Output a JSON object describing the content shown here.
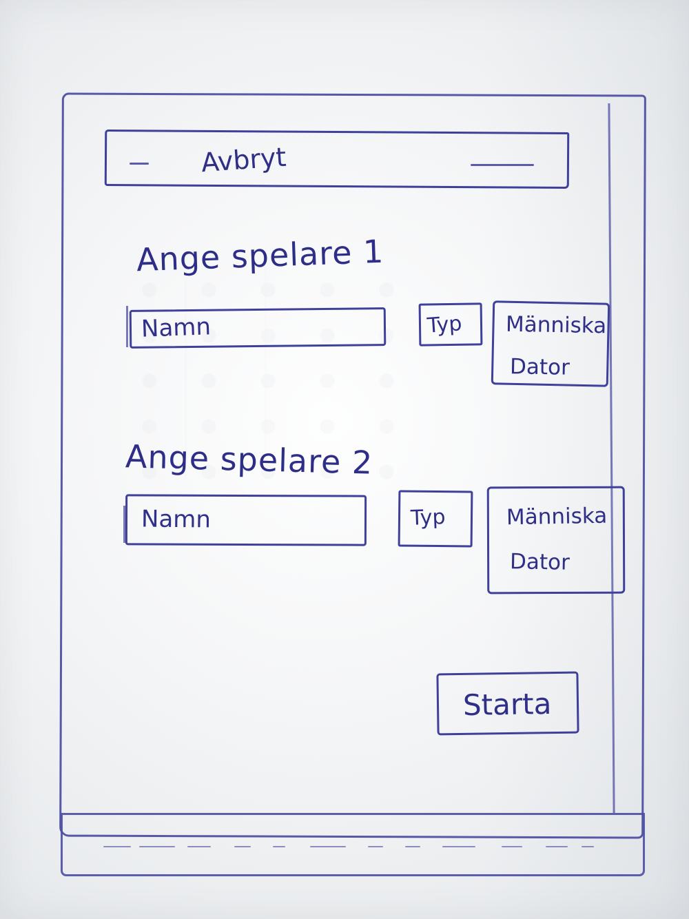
{
  "header": {
    "cancel_button_label": "Avbryt"
  },
  "player1": {
    "title": "Ange spelare 1",
    "name_placeholder": "Namn",
    "type_label": "Typ",
    "options": [
      "Människa",
      "Dator"
    ]
  },
  "player2": {
    "title": "Ange spelare 2",
    "name_placeholder": "Namn",
    "type_label": "Typ",
    "options": [
      "Människa",
      "Dator"
    ]
  },
  "actions": {
    "start_button_label": "Starta"
  },
  "colors": {
    "ink": "#3f409a",
    "paper": "#f3f4f5"
  }
}
